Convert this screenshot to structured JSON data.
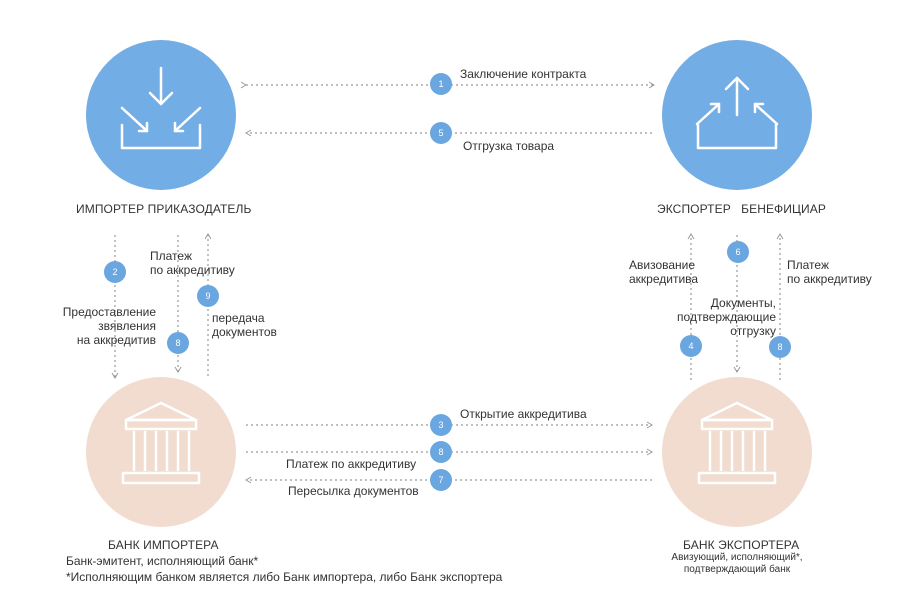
{
  "colors": {
    "party_circle": "#72ade5",
    "bank_circle": "#f1dccf",
    "badge": "#6aa6df",
    "arrow": "#9a9a9a",
    "icon_light": "#ffffff"
  },
  "nodes": {
    "importer": {
      "title": "ИМПОРТЕР ПРИКАЗОДАТЕЛЬ",
      "icon": "download-tray-icon"
    },
    "exporter": {
      "title": "ЭКСПОРТЕР   БЕНЕФИЦИАР",
      "icon": "upload-tray-icon"
    },
    "importer_bank": {
      "title": "БАНК ИМПОРТЕРА",
      "subtitle": "Банк-эмитент, исполняющий банк*",
      "icon": "bank-building-icon"
    },
    "exporter_bank": {
      "title": "БАНК ЭКСПОРТЕРА",
      "subtitle_line1": "Авизующий, исполняющий*,",
      "subtitle_line2": "подтверждающий банк",
      "icon": "bank-building-icon"
    }
  },
  "footnote": "*Исполняющим банком является либо Банк импортера, либо Банк экспортера",
  "steps": {
    "contract": {
      "num": "1",
      "label": "Заключение контракта"
    },
    "application": {
      "num": "2",
      "label_line1": "Предоставление",
      "label_line2": "звявления",
      "label_line3": "на аккредитив"
    },
    "opening": {
      "num": "3",
      "label": "Открытие аккредитива"
    },
    "advising": {
      "num": "4",
      "label_line1": "Авизование",
      "label_line2": "аккредитива"
    },
    "shipment": {
      "num": "5",
      "label": "Отгрузка товара"
    },
    "documents": {
      "num": "6",
      "label_line1": "Документы,",
      "label_line2": "подтверждающие",
      "label_line3": "отгрузку"
    },
    "forwarding": {
      "num": "7",
      "label": "Пересылка документов"
    },
    "payment_banks": {
      "num": "8",
      "label": "Платеж по аккредитиву"
    },
    "payment_importer": {
      "num": "8",
      "label_line1": "Платеж",
      "label_line2": "по аккредитиву"
    },
    "payment_exporter": {
      "num": "8",
      "label_line1": "Платеж",
      "label_line2": "по аккредитиву"
    },
    "transfer_docs": {
      "num": "9",
      "label_line1": "передача",
      "label_line2": "документов"
    }
  }
}
